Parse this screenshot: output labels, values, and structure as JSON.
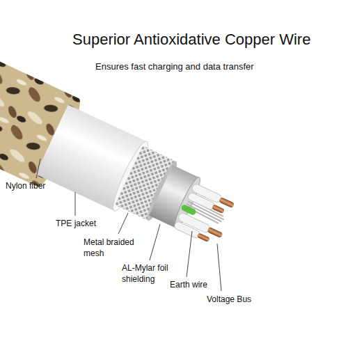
{
  "diagram": {
    "title": "Superior Antioxidative Copper Wire",
    "caption": "Ensures fast charging and data transfer",
    "labels": [
      "Nylon fiber",
      "TPE jacket",
      "Metal braided mesh",
      "AL-Mylar foil shielding",
      "Earth wire",
      "Voltage Bus"
    ]
  }
}
